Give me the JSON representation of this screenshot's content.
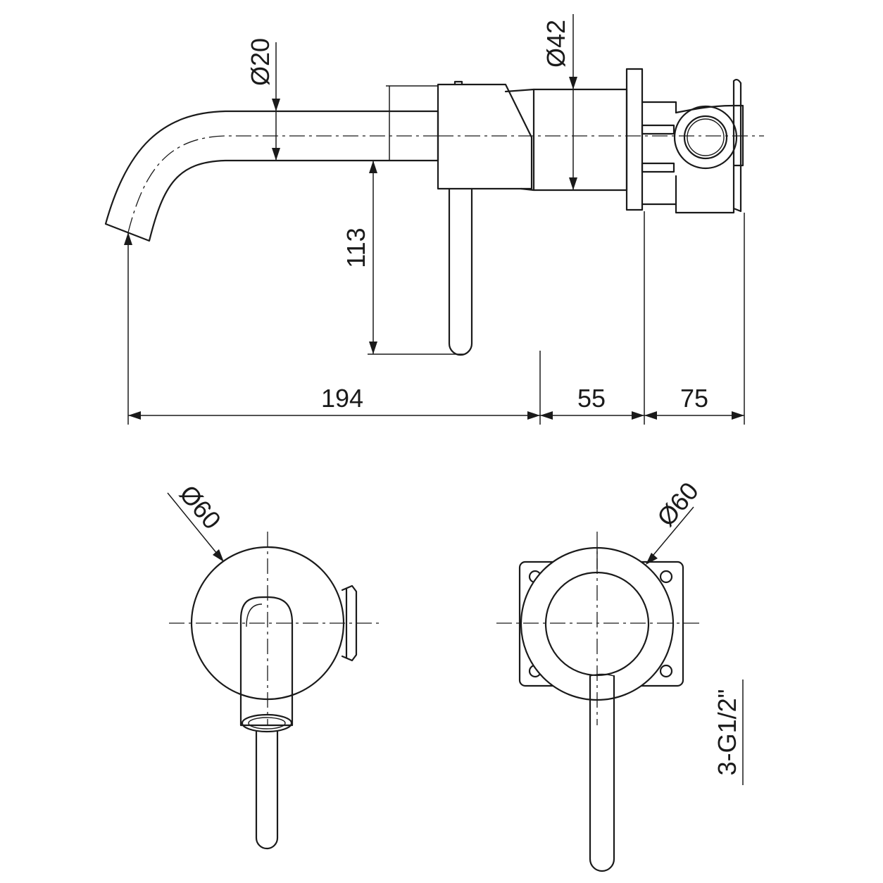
{
  "colors": {
    "line": "#1a1a1a",
    "background": "#ffffff"
  },
  "dimensions": {
    "spout_diameter": "Ø20",
    "body_diameter": "Ø42",
    "spout_height": "113",
    "spout_length": "194",
    "body_length": "55",
    "box_depth": "75",
    "front_plate_diameter": "Ø60",
    "rear_plate_diameter": "Ø60",
    "connections": "3-G1/2\""
  }
}
